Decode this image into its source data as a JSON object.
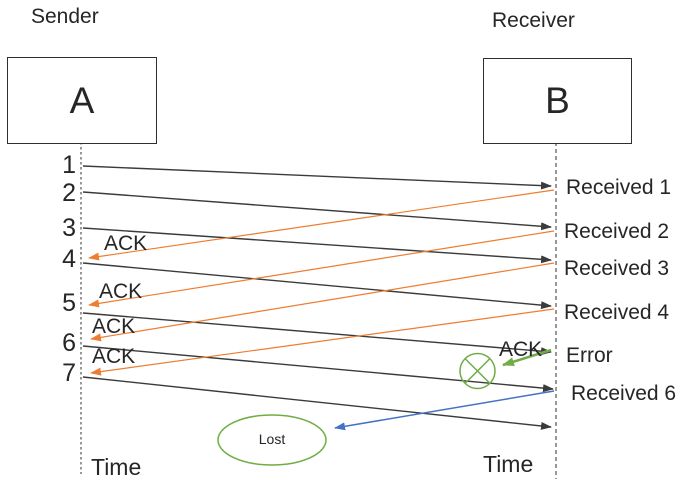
{
  "diagram": {
    "sender_title": "Sender",
    "receiver_title": "Receiver",
    "sender_node": "A",
    "receiver_node": "B",
    "sequence_numbers": [
      "1",
      "2",
      "3",
      "4",
      "5",
      "6",
      "7"
    ],
    "ack_labels": [
      "ACK",
      "ACK",
      "ACK",
      "ACK"
    ],
    "receiver_ack_label": "ACK",
    "received_labels": [
      "Received 1",
      "Received 2",
      "Received 3",
      "Received 4"
    ],
    "error_label": "Error",
    "received_6_label": "Received 6",
    "lost_label": "Lost",
    "sender_time_label": "Time",
    "receiver_time_label": "Time"
  },
  "colors": {
    "frame_line": "#3b3b3b",
    "ack_line": "#ED7D31",
    "lost_accent": "#70AD47",
    "lost_pointer": "#4472C4",
    "timeline": "#7f7f7f"
  }
}
